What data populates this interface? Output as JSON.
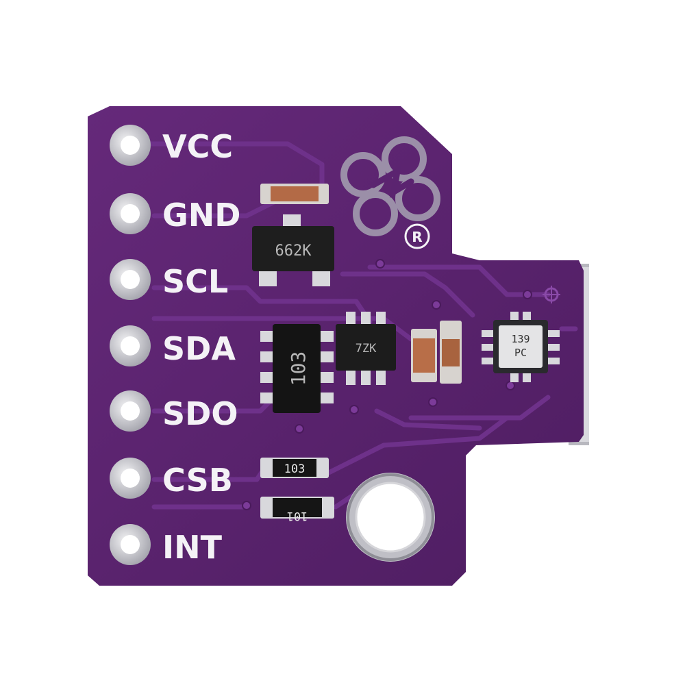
{
  "board": {
    "pcb_color": "#5b2470",
    "trace_color": "#6a2d82",
    "pad_color": "#c8c8ce",
    "silkscreen_color": "#f4f2f6",
    "logo": "pinwheel-logo",
    "registered_mark": "®"
  },
  "pins": [
    {
      "label": "VCC"
    },
    {
      "label": "GND"
    },
    {
      "label": "SCL"
    },
    {
      "label": "SDA"
    },
    {
      "label": "SDO"
    },
    {
      "label": "CSB"
    },
    {
      "label": "INT"
    }
  ],
  "components": {
    "regulator_marking": "662K",
    "resistor_array_marking": "103",
    "transistor_marking": "7ZK",
    "resistor_1_marking": "103",
    "resistor_2_marking": "101",
    "sensor_marking_line1": "139",
    "sensor_marking_line2": "PC"
  }
}
